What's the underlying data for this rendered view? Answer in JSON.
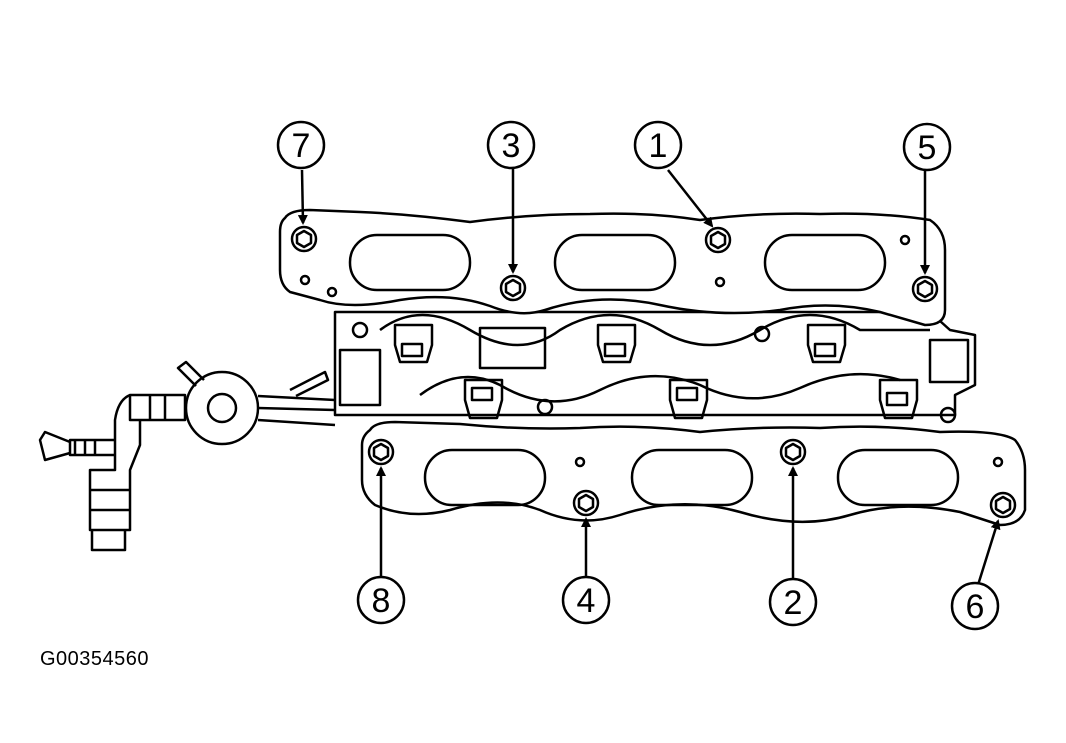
{
  "figure_id": "G00354560",
  "callouts": [
    "1",
    "2",
    "3",
    "4",
    "5",
    "6",
    "7",
    "8"
  ],
  "colors": {
    "line": "#000000",
    "background": "#ffffff"
  }
}
